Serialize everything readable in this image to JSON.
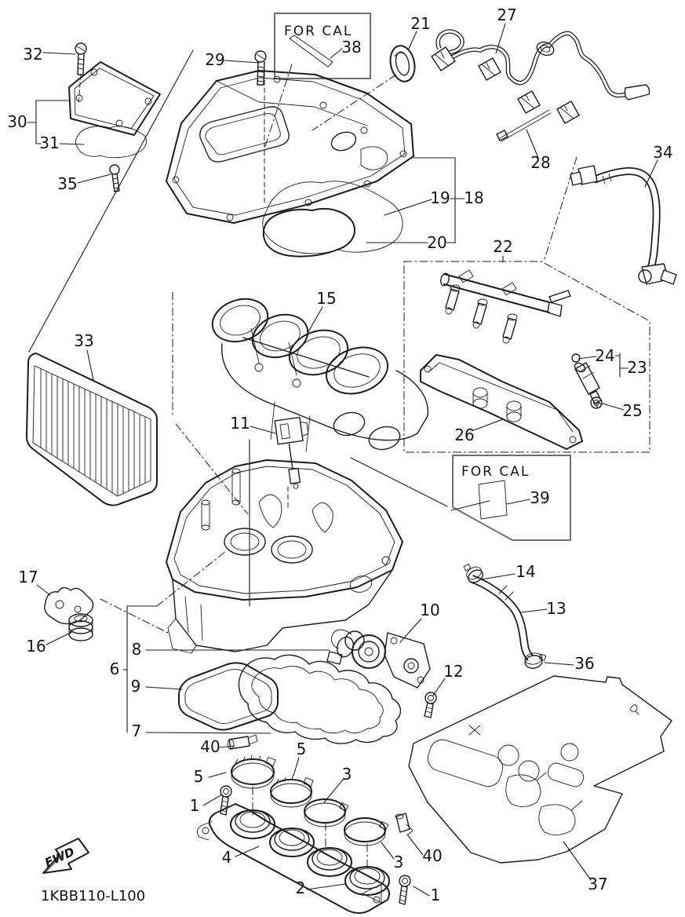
{
  "diagram": {
    "code": "1KBB110-L100",
    "fwd_label": "FWD"
  },
  "for_cal_boxes": [
    {
      "label": "FOR CAL"
    },
    {
      "label": "FOR CAL"
    }
  ],
  "callouts": [
    {
      "label": "32"
    },
    {
      "label": "30"
    },
    {
      "label": "31"
    },
    {
      "label": "35"
    },
    {
      "label": "29"
    },
    {
      "label": "38"
    },
    {
      "label": "21"
    },
    {
      "label": "27"
    },
    {
      "label": "28"
    },
    {
      "label": "34"
    },
    {
      "label": "19"
    },
    {
      "label": "18"
    },
    {
      "label": "20"
    },
    {
      "label": "22"
    },
    {
      "label": "24"
    },
    {
      "label": "23"
    },
    {
      "label": "25"
    },
    {
      "label": "26"
    },
    {
      "label": "33"
    },
    {
      "label": "15"
    },
    {
      "label": "11"
    },
    {
      "label": "39"
    },
    {
      "label": "14"
    },
    {
      "label": "13"
    },
    {
      "label": "10"
    },
    {
      "label": "36"
    },
    {
      "label": "12"
    },
    {
      "label": "17"
    },
    {
      "label": "16"
    },
    {
      "label": "6"
    },
    {
      "label": "8"
    },
    {
      "label": "9"
    },
    {
      "label": "7"
    },
    {
      "label": "40"
    },
    {
      "label": "5"
    },
    {
      "label": "5"
    },
    {
      "label": "3"
    },
    {
      "label": "1"
    },
    {
      "label": "4"
    },
    {
      "label": "3"
    },
    {
      "label": "40"
    },
    {
      "label": "2"
    },
    {
      "label": "1"
    },
    {
      "label": "37"
    }
  ],
  "colors": {
    "line": "#1c1c1c",
    "background": "#ffffff",
    "box_border": "#707070"
  }
}
